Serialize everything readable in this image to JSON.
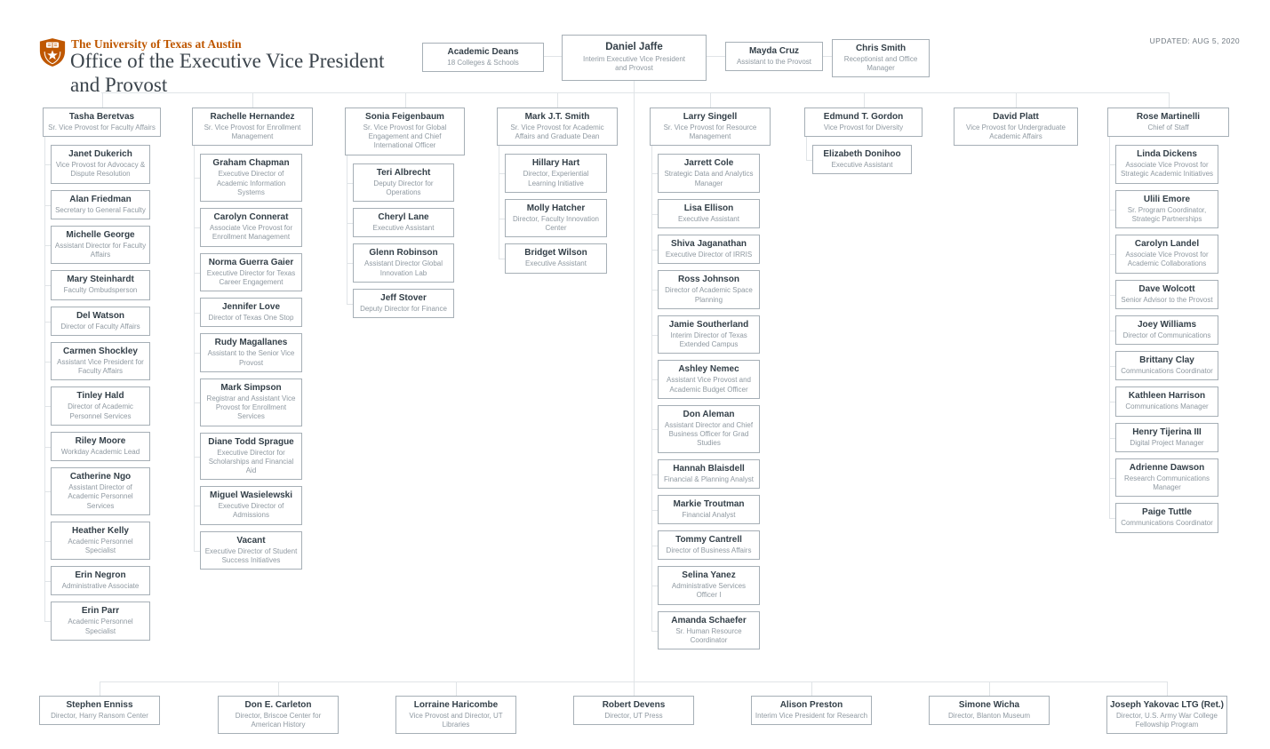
{
  "header": {
    "institution": "The University of Texas at Austin",
    "office_line1": "Office of the Executive Vice President",
    "office_line2": "and Provost",
    "updated": "UPDATED: AUG 5, 2020"
  },
  "top_row": {
    "academic_deans": {
      "name": "Academic Deans",
      "title": "18 Colleges & Schools"
    },
    "provost": {
      "name": "Daniel Jaffe",
      "title": "Interim Executive Vice President and Provost"
    },
    "provost_assistant": {
      "name": "Mayda Cruz",
      "title": "Assistant to the Provost"
    },
    "office_manager": {
      "name": "Chris Smith",
      "title": "Receptionist and Office Manager"
    }
  },
  "columns": [
    {
      "id": "faculty-affairs",
      "header": {
        "name": "Tasha Beretvas",
        "title": "Sr. Vice Provost for Faculty Affairs"
      },
      "children": [
        {
          "name": "Janet Dukerich",
          "title": "Vice Provost for Advocacy & Dispute Resolution"
        },
        {
          "name": "Alan Friedman",
          "title": "Secretary to General Faculty"
        },
        {
          "name": "Michelle George",
          "title": "Assistant Director for Faculty Affairs"
        },
        {
          "name": "Mary Steinhardt",
          "title": "Faculty Ombudsperson"
        },
        {
          "name": "Del Watson",
          "title": "Director of Faculty Affairs"
        },
        {
          "name": "Carmen Shockley",
          "title": "Assistant Vice President for Faculty Affairs"
        },
        {
          "name": "Tinley Hald",
          "title": "Director of Academic Personnel Services"
        },
        {
          "name": "Riley Moore",
          "title": "Workday Academic Lead"
        },
        {
          "name": "Catherine Ngo",
          "title": "Assistant Director of Academic Personnel Services"
        },
        {
          "name": "Heather Kelly",
          "title": "Academic Personnel Specialist"
        },
        {
          "name": "Erin Negron",
          "title": "Administrative Associate"
        },
        {
          "name": "Erin Parr",
          "title": "Academic Personnel Specialist"
        }
      ]
    },
    {
      "id": "enrollment-management",
      "header": {
        "name": "Rachelle Hernandez",
        "title": "Sr. Vice Provost for Enrollment Management"
      },
      "children": [
        {
          "name": "Graham Chapman",
          "title": "Executive Director of Academic Information Systems"
        },
        {
          "name": "Carolyn Connerat",
          "title": "Associate Vice Provost for Enrollment Management"
        },
        {
          "name": "Norma Guerra Gaier",
          "title": "Executive Director for Texas Career Engagement"
        },
        {
          "name": "Jennifer Love",
          "title": "Director of Texas One Stop"
        },
        {
          "name": "Rudy Magallanes",
          "title": "Assistant to the Senior Vice Provost"
        },
        {
          "name": "Mark Simpson",
          "title": "Registrar and Assistant Vice Provost for Enrollment Services"
        },
        {
          "name": "Diane Todd Sprague",
          "title": "Executive Director for Scholarships and Financial Aid"
        },
        {
          "name": "Miguel Wasielewski",
          "title": "Executive Director of Admissions"
        },
        {
          "name": "Vacant",
          "title": "Executive Director of Student Success Initiatives"
        }
      ]
    },
    {
      "id": "global-engagement",
      "header": {
        "name": "Sonia Feigenbaum",
        "title": "Sr. Vice Provost for Global Engagement and Chief International Officer"
      },
      "children": [
        {
          "name": "Teri Albrecht",
          "title": "Deputy Director for Operations"
        },
        {
          "name": "Cheryl Lane",
          "title": "Executive Assistant"
        },
        {
          "name": "Glenn Robinson",
          "title": "Assistant Director Global Innovation Lab"
        },
        {
          "name": "Jeff Stover",
          "title": "Deputy Director for Finance"
        }
      ]
    },
    {
      "id": "academic-affairs",
      "header": {
        "name": "Mark J.T. Smith",
        "title": "Sr. Vice Provost for Academic Affairs and Graduate Dean"
      },
      "children": [
        {
          "name": "Hillary Hart",
          "title": "Director, Experiential Learning Initiative"
        },
        {
          "name": "Molly Hatcher",
          "title": "Director, Faculty Innovation Center"
        },
        {
          "name": "Bridget Wilson",
          "title": "Executive Assistant"
        }
      ]
    },
    {
      "id": "resource-management",
      "header": {
        "name": "Larry Singell",
        "title": "Sr. Vice Provost for Resource Management"
      },
      "children": [
        {
          "name": "Jarrett Cole",
          "title": "Strategic Data and Analytics Manager"
        },
        {
          "name": "Lisa Ellison",
          "title": "Executive Assistant"
        },
        {
          "name": "Shiva Jaganathan",
          "title": "Executive Director of IRRIS"
        },
        {
          "name": "Ross Johnson",
          "title": "Director of Academic Space Planning"
        },
        {
          "name": "Jamie Southerland",
          "title": "Interim Director of Texas Extended Campus"
        },
        {
          "name": "Ashley Nemec",
          "title": "Assistant Vice Provost and Academic Budget Officer"
        },
        {
          "name": "Don Aleman",
          "title": "Assistant Director and Chief Business Officer for Grad Studies"
        },
        {
          "name": "Hannah Blaisdell",
          "title": "Financial & Planning Analyst"
        },
        {
          "name": "Markie Troutman",
          "title": "Financial Analyst"
        },
        {
          "name": "Tommy Cantrell",
          "title": "Director of Business Affairs"
        },
        {
          "name": "Selina Yanez",
          "title": "Administrative Services Officer I"
        },
        {
          "name": "Amanda Schaefer",
          "title": "Sr. Human Resource Coordinator"
        }
      ]
    },
    {
      "id": "diversity",
      "header": {
        "name": "Edmund T. Gordon",
        "title": "Vice Provost for Diversity"
      },
      "children": [
        {
          "name": "Elizabeth Donihoo",
          "title": "Executive Assistant"
        }
      ]
    },
    {
      "id": "undergraduate-academic-affairs",
      "header": {
        "name": "David Platt",
        "title": "Vice Provost for Undergraduate Academic Affairs"
      },
      "children": []
    },
    {
      "id": "chief-of-staff",
      "header": {
        "name": "Rose Martinelli",
        "title": "Chief of Staff"
      },
      "children": [
        {
          "name": "Linda Dickens",
          "title": "Associate Vice Provost for Strategic Academic Initiatives"
        },
        {
          "name": "Ulili Emore",
          "title": "Sr. Program Coordinator, Strategic Partnerships"
        },
        {
          "name": "Carolyn Landel",
          "title": "Associate Vice Provost for Academic Collaborations"
        },
        {
          "name": "Dave Wolcott",
          "title": "Senior Advisor to the Provost"
        },
        {
          "name": "Joey Williams",
          "title": "Director of Communications"
        },
        {
          "name": "Brittany Clay",
          "title": "Communications Coordinator"
        },
        {
          "name": "Kathleen Harrison",
          "title": "Communications Manager"
        },
        {
          "name": "Henry Tijerina III",
          "title": "Digital Project Manager"
        },
        {
          "name": "Adrienne Dawson",
          "title": "Research Communications Manager"
        },
        {
          "name": "Paige Tuttle",
          "title": "Communications Coordinator"
        }
      ]
    }
  ],
  "bottom_row": [
    {
      "name": "Stephen Enniss",
      "title": "Director, Harry Ransom Center"
    },
    {
      "name": "Don E. Carleton",
      "title": "Director, Briscoe Center for American History"
    },
    {
      "name": "Lorraine Haricombe",
      "title": "Vice Provost and Director, UT Libraries"
    },
    {
      "name": "Robert Devens",
      "title": "Director, UT Press"
    },
    {
      "name": "Alison Preston",
      "title": "Interim Vice President for Research"
    },
    {
      "name": "Simone Wicha",
      "title": "Director, Blanton Museum"
    },
    {
      "name": "Joseph Yakovac LTG (Ret.)",
      "title": "Director, U.S. Army War College Fellowship Program"
    }
  ],
  "colors": {
    "accent": "#bf5700",
    "name_text": "#333f48",
    "title_text": "#8f99a1",
    "box_border": "#a6afb6",
    "connector": "#e0e4e7"
  }
}
